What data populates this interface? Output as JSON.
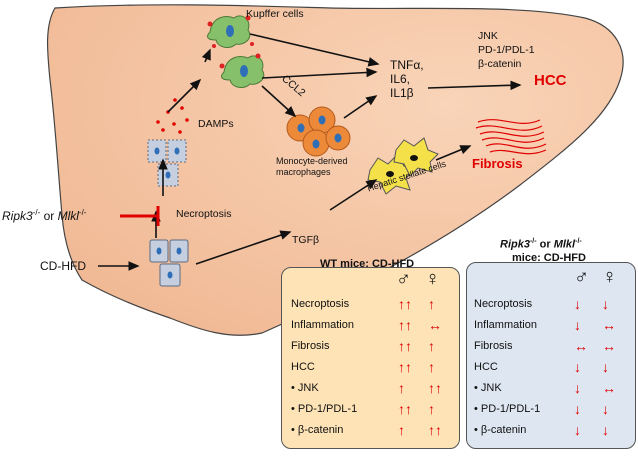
{
  "diagram": {
    "cells": {
      "kupffer": "Kupffer cells",
      "damps": "DAMPs",
      "ccl2": "CCL2",
      "macrophages_line1": "Monocyte-derived",
      "macrophages_line2": "macrophages",
      "stellate": "Hepatic stellate cells"
    },
    "process": {
      "necroptosis": "Necroptosis",
      "tgfb": "TGFβ",
      "cd_hfd": "CD-HFD"
    },
    "cytokines": [
      "TNFα,",
      "IL6,",
      "IL1β"
    ],
    "signaling": [
      "JNK",
      "PD-1/PDL-1",
      "β-catenin"
    ],
    "outcomes": {
      "hcc": "HCC",
      "fibrosis": "Fibrosis"
    },
    "inhibitor": {
      "gene1": "Ripk3",
      "sup1": "-/-",
      "or": " or ",
      "gene2": "Mlkl",
      "sup2": "-/-"
    }
  },
  "wt_table": {
    "title": "WT mice: CD-HFD",
    "male_symbol": "♂",
    "female_symbol": "♀",
    "rows": [
      {
        "label": "Necroptosis",
        "male": "↑↑",
        "female": "↑"
      },
      {
        "label": "Inflammation",
        "male": "↑↑",
        "female": "↔"
      },
      {
        "label": "Fibrosis",
        "male": "↑↑",
        "female": "↑"
      },
      {
        "label": "HCC",
        "male": "↑↑",
        "female": "↑"
      },
      {
        "label": "•  JNK",
        "male": "↑",
        "female": "↑↑"
      },
      {
        "label": "•  PD-1/PDL-1",
        "male": "↑↑",
        "female": "↑"
      },
      {
        "label": "•  β-catenin",
        "male": "↑",
        "female": "↑↑"
      }
    ]
  },
  "ko_table": {
    "title_gene1": "Ripk3",
    "title_sup1": "-/-",
    "title_or": " or ",
    "title_gene2": "Mlkl",
    "title_sup2": "-/-",
    "title_line2": "mice: CD-HFD",
    "male_symbol": "♂",
    "female_symbol": "♀",
    "rows": [
      {
        "label": "Necroptosis",
        "male": "↓",
        "female": "↓"
      },
      {
        "label": "Inflammation",
        "male": "↓",
        "female": "↔"
      },
      {
        "label": "Fibrosis",
        "male": "↔",
        "female": "↔"
      },
      {
        "label": "HCC",
        "male": "↓",
        "female": "↓"
      },
      {
        "label": "•  JNK",
        "male": "↓",
        "female": "↔"
      },
      {
        "label": "•  PD-1/PDL-1",
        "male": "↓",
        "female": "↓"
      },
      {
        "label": "•  β-catenin",
        "male": "↓",
        "female": "↓"
      }
    ]
  },
  "colors": {
    "liver_fill": "#f6c9a9",
    "liver_stroke": "#444444",
    "accent_red": "#e00000",
    "wt_box": "#fde3b6",
    "ko_box": "#dde6f1",
    "kupffer_green": "#86c06a",
    "macrophage_orange": "#ec8a3a",
    "stellate_yellow": "#f4e14a"
  }
}
